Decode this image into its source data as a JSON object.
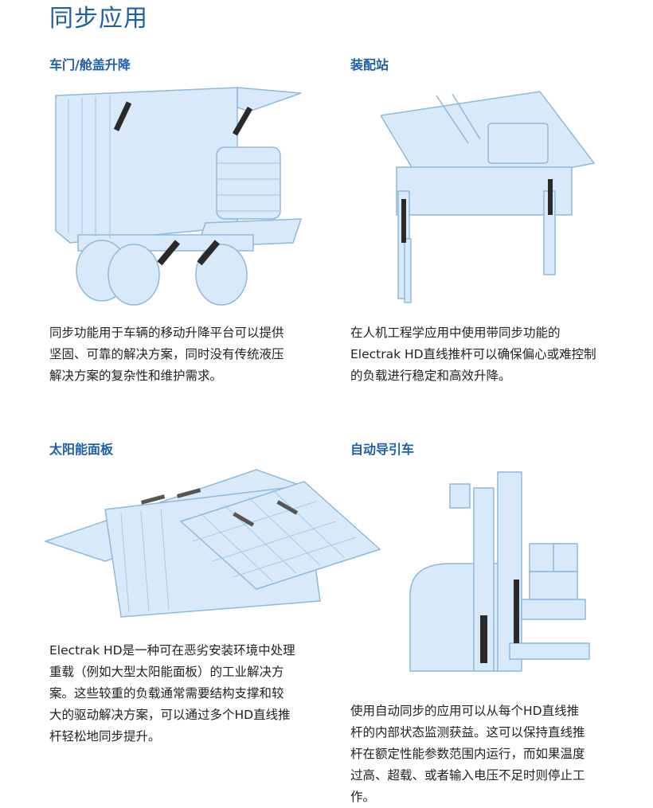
{
  "page_title": "同步应用",
  "sections": [
    {
      "heading": "车门/舱盖升降",
      "lines": [
        "同步功能用于车辆的移动升降平台可以提供",
        "坚固、可靠的解决方案，同时没有传统液压",
        "解决方案的复杂性和维护需求。"
      ]
    },
    {
      "heading": "装配站",
      "lines": [
        "在人机工程学应用中使用带同步功能的",
        "Electrak HD直线推杆可以确保偏心或难控制",
        "的负载进行稳定和高效升降。"
      ]
    },
    {
      "heading": "太阳能面板",
      "lines": [
        "Electrak HD是一种可在恶劣安装环境中处理",
        "重载（例如大型太阳能面板）的工业解决方",
        "案。这些较重的负载通常需要结构支撑和较",
        "大的驱动解决方案，可以通过多个HD直线推",
        "杆轻松地同步提升。"
      ]
    },
    {
      "heading": "自动导引车",
      "lines": [
        "使用自动同步的应用可以从每个HD直线推",
        "杆的内部状态监测获益。这可以保持直线推",
        "杆在额定性能参数范围内运行，而如果温度",
        "过高、超载、或者输入电压不足时则停止工",
        "作。"
      ]
    }
  ],
  "colors": {
    "accent": "#1f5fa8",
    "illustration_fill": "#d8eafa",
    "illustration_stroke": "#8fb8dd",
    "actuator": "#2a2a2a"
  }
}
